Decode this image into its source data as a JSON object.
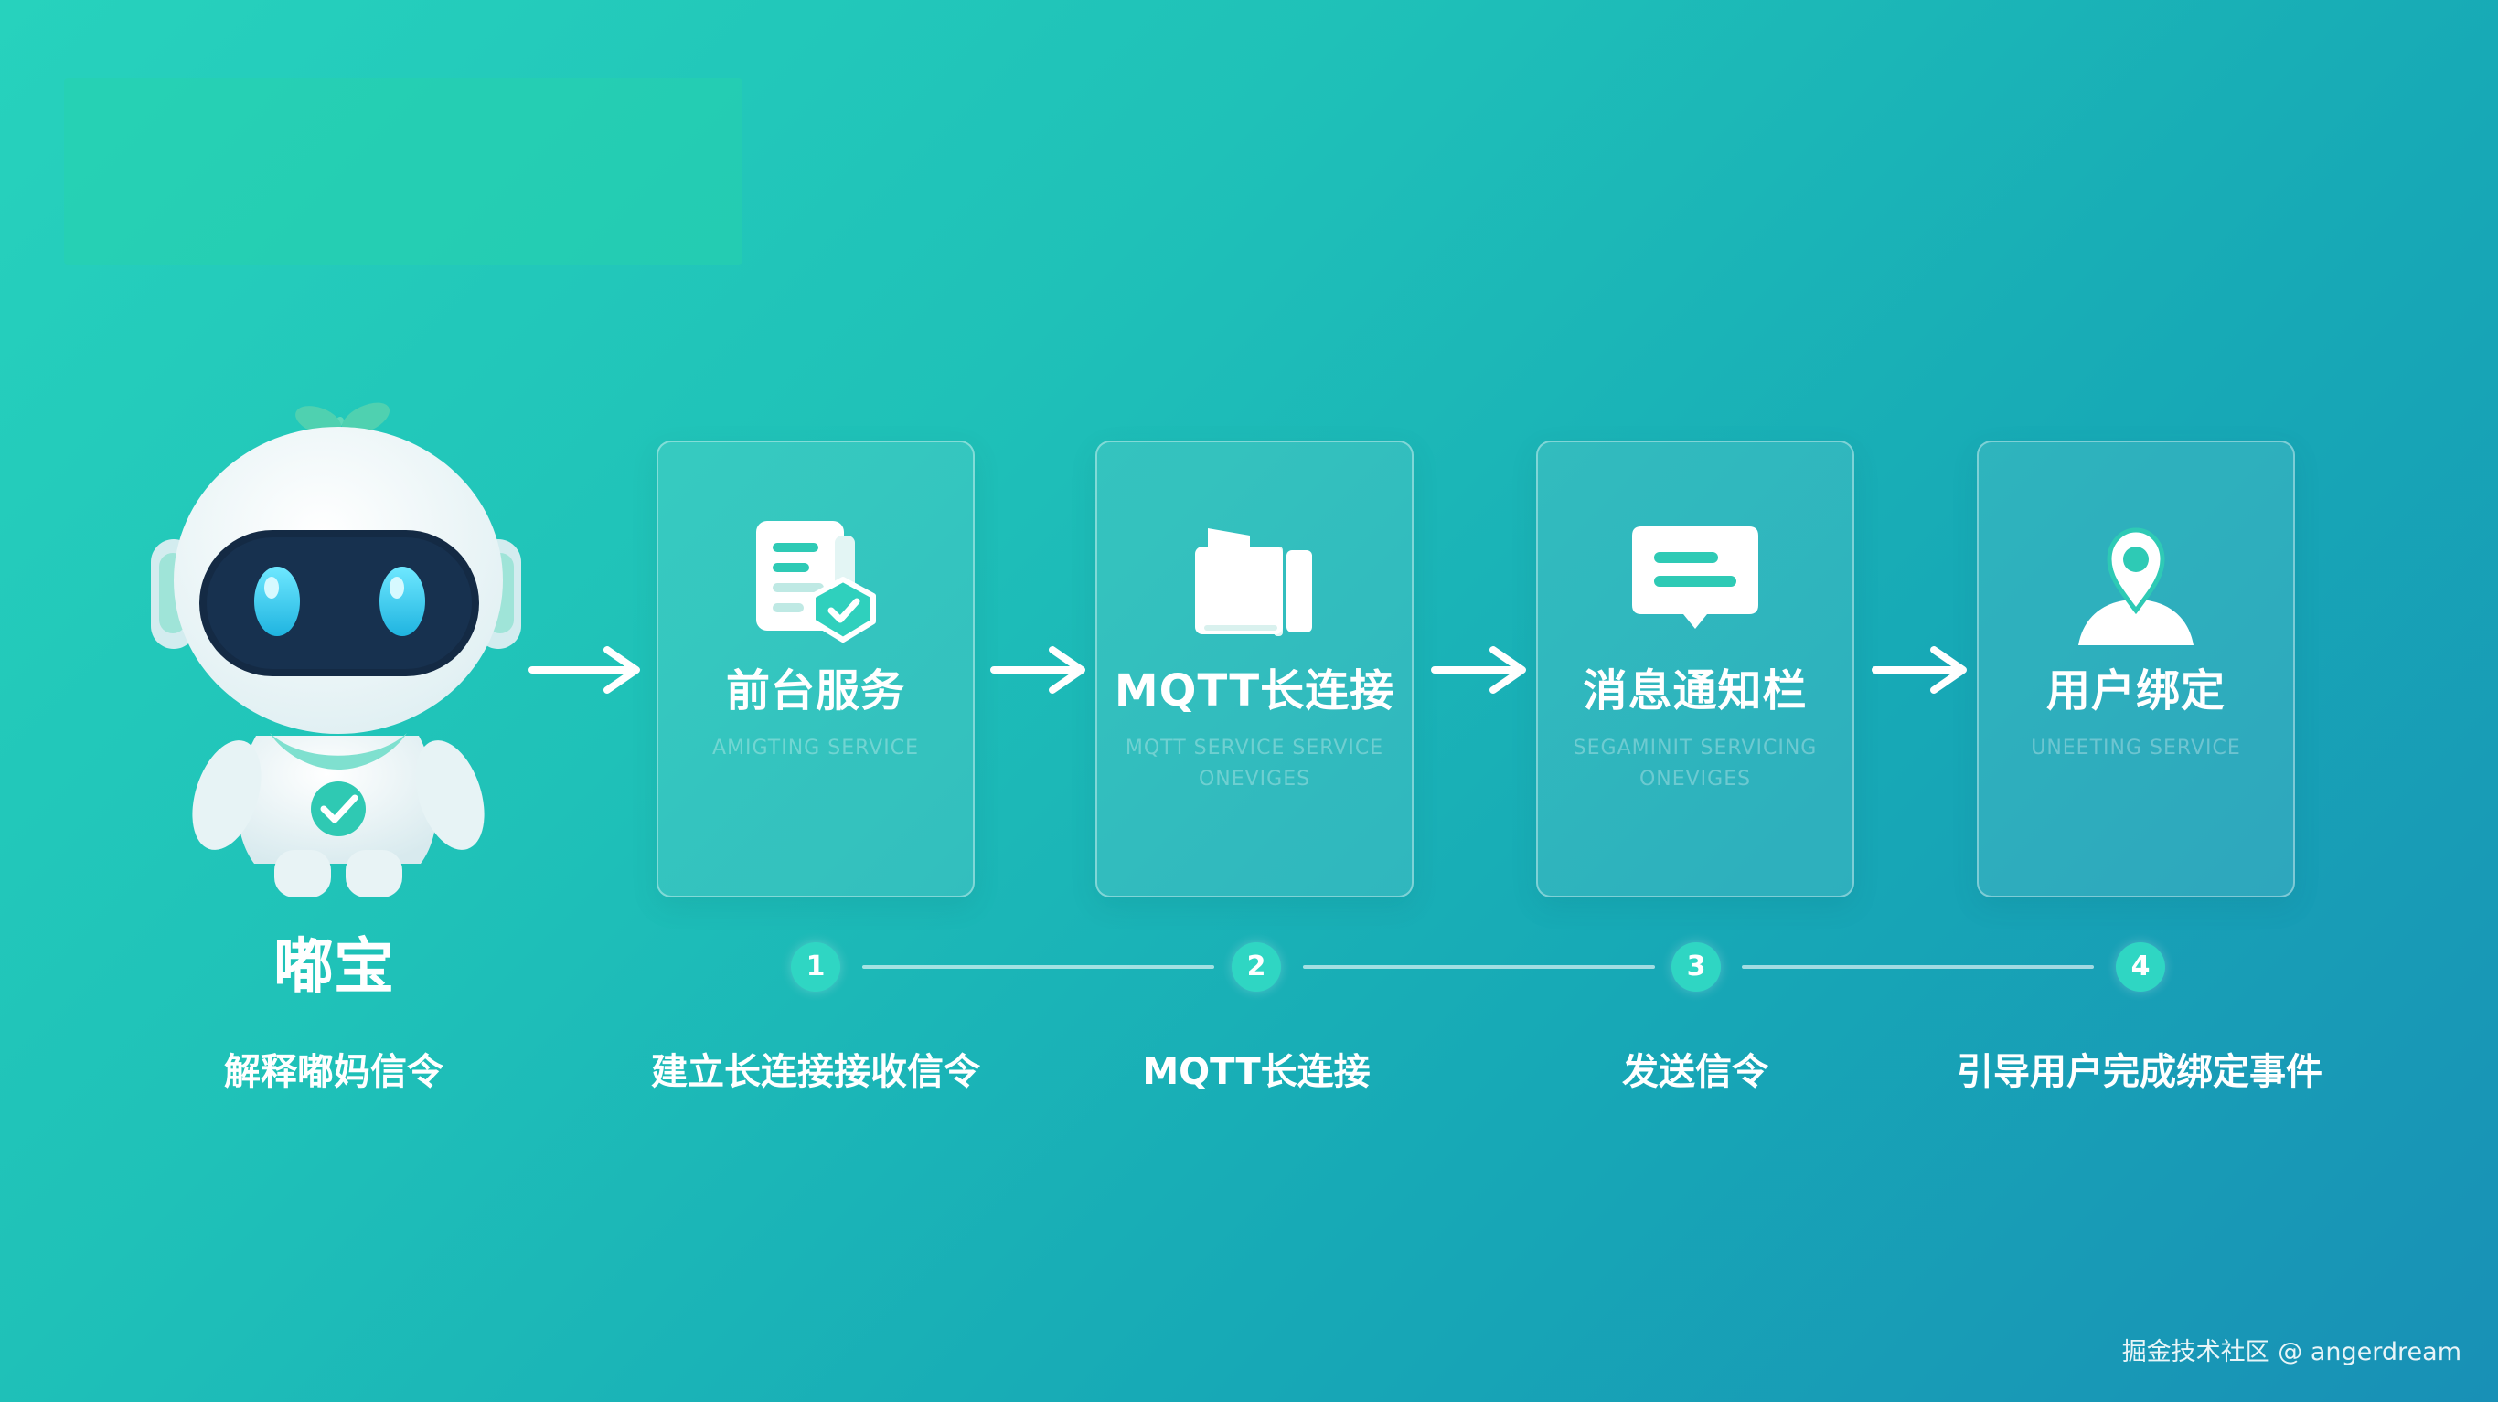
{
  "robot": {
    "name": "嘟宝",
    "caption": "解释嘟妈信令"
  },
  "steps": [
    {
      "title": "前台服务",
      "subtitle": "AMIGTING SERVICE",
      "icon": "document-shield-icon",
      "number": "1",
      "caption": "建立长连接接收信令"
    },
    {
      "title": "MQTT长连接",
      "subtitle": "MQTT SERVICE SERVICE\nONEVIGES",
      "icon": "folder-icon",
      "number": "2",
      "caption": "MQTT长连接"
    },
    {
      "title": "消息通知栏",
      "subtitle": "SEGAMINIT SERVICING\nONEVIGES",
      "icon": "message-icon",
      "number": "3",
      "caption": "发送信令"
    },
    {
      "title": "用户绑定",
      "subtitle": "UNEETING SERVICE",
      "icon": "user-pin-icon",
      "number": "4",
      "caption": "引导用户完成绑定事件"
    }
  ],
  "watermark": "掘金技术社区 @ angerdream",
  "colors": {
    "accent": "#2fd6c3",
    "robot_visor": "#142a44",
    "robot_eye": "#38d2f0"
  }
}
